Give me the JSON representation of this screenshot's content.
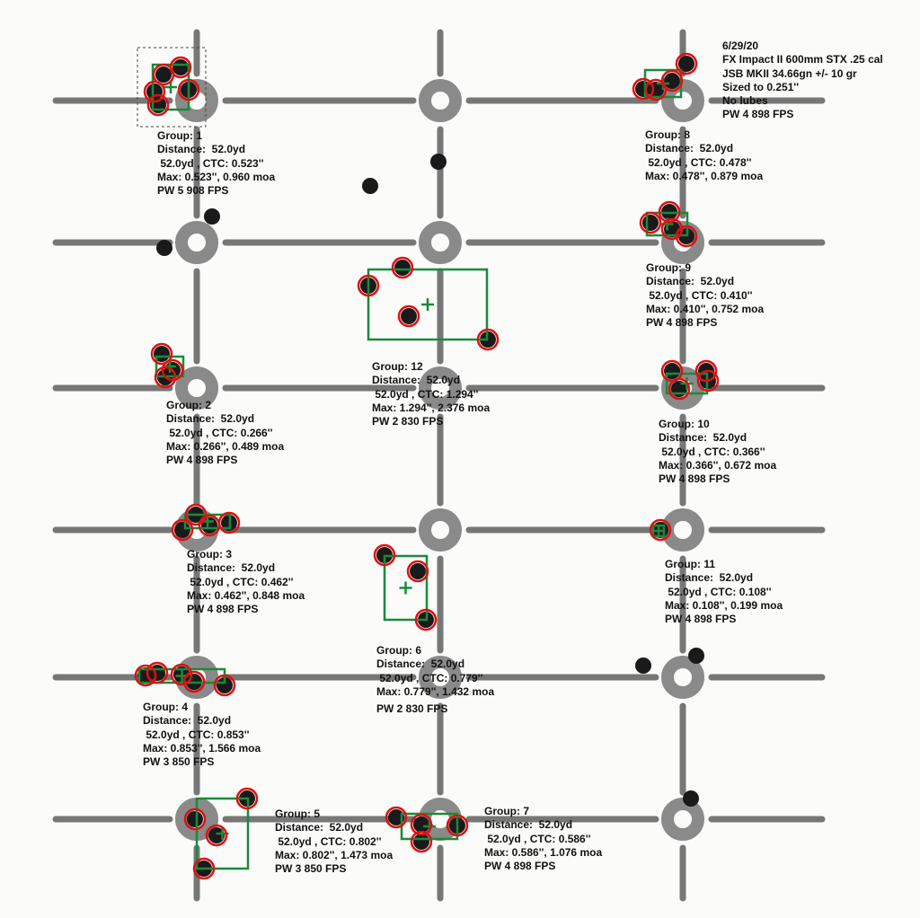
{
  "session": {
    "date": "6/29/20",
    "rifle": "FX Impact II 600mm STX .25 cal",
    "pellet": "JSB MKII 34.66gn +/- 10 gr",
    "sizing": "Sized to 0.251''",
    "lube": "No lubes",
    "power": "PW 4 898 FPS"
  },
  "groups": [
    {
      "id": 1,
      "title": "Group: 1",
      "distance": "Distance:  52.0yd",
      "ctc": " 52.0yd , CTC: 0.523''",
      "max": "Max: 0.523'', 0.960 moa",
      "power": "PW 5 908 FPS"
    },
    {
      "id": 8,
      "title": "Group: 8",
      "distance": "Distance:  52.0yd",
      "ctc": " 52.0yd , CTC: 0.478''",
      "max": "Max: 0.478'', 0.879 moa",
      "power": ""
    },
    {
      "id": 9,
      "title": "Group: 9",
      "distance": "Distance:  52.0yd",
      "ctc": " 52.0yd , CTC: 0.410''",
      "max": "Max: 0.410'', 0.752 moa",
      "power": "PW 4 898 FPS"
    },
    {
      "id": 12,
      "title": "Group: 12",
      "distance": "Distance:  52.0yd",
      "ctc": " 52.0yd , CTC: 1.294''",
      "max": "Max: 1.294'', 2.376 moa",
      "power": "PW 2 830 FPS"
    },
    {
      "id": 2,
      "title": "Group: 2",
      "distance": "Distance:  52.0yd",
      "ctc": " 52.0yd , CTC: 0.266''",
      "max": "Max: 0.266'', 0.489 moa",
      "power": "PW 4 898 FPS"
    },
    {
      "id": 10,
      "title": "Group: 10",
      "distance": "Distance:  52.0yd",
      "ctc": " 52.0yd , CTC: 0.366''",
      "max": "Max: 0.366'', 0.672 moa",
      "power": "PW 4 898 FPS"
    },
    {
      "id": 3,
      "title": "Group: 3",
      "distance": "Distance:  52.0yd",
      "ctc": " 52.0yd , CTC: 0.462''",
      "max": "Max: 0.462'', 0.848 moa",
      "power": "PW 4 898 FPS"
    },
    {
      "id": 11,
      "title": "Group: 11",
      "distance": "Distance:  52.0yd",
      "ctc": " 52.0yd , CTC: 0.108''",
      "max": "Max: 0.108'', 0.199 moa",
      "power": "PW 4 898 FPS"
    },
    {
      "id": 6,
      "title": "Group: 6",
      "distance": "Distance:  52.0yd",
      "ctc": " 52.0yd , CTC: 0.779''",
      "max": "Max: 0.779'', 1.432 moa",
      "power": "PW 2 830 FPS"
    },
    {
      "id": 4,
      "title": "Group: 4",
      "distance": "Distance:  52.0yd",
      "ctc": " 52.0yd , CTC: 0.853''",
      "max": "Max: 0.853'', 1.566 moa",
      "power": "PW 3 850 FPS"
    },
    {
      "id": 5,
      "title": "Group: 5",
      "distance": "Distance:  52.0yd",
      "ctc": " 52.0yd , CTC: 0.802''",
      "max": "Max: 0.802'', 1.473 moa",
      "power": "PW 3 850 FPS"
    },
    {
      "id": 7,
      "title": "Group: 7",
      "distance": "Distance:  52.0yd",
      "ctc": " 52.0yd , CTC: 0.586''",
      "max": "Max: 0.586'', 1.076 moa",
      "power": "PW 4 898 FPS"
    }
  ],
  "colors": {
    "paper": "#fbfbfa",
    "grid_line": "#777777",
    "ring": "#8a8a8a",
    "shot_hole": "#1a1a1a",
    "shot_marker": "#dd1111",
    "group_box": "#1a8a3a",
    "label_text": "#111111"
  }
}
